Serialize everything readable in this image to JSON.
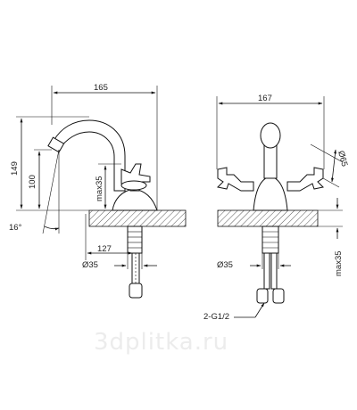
{
  "dimensions": {
    "spout_reach": "165",
    "total_width": "167",
    "height_total": "149",
    "spout_height": "100",
    "handle_height": "max35",
    "angle": "16°",
    "base_offset": "127",
    "base_diameter_left": "Ø35",
    "base_diameter_right": "Ø35",
    "handle_diameter": "Ø65",
    "mount_thickness": "max35",
    "connection": "2-G1/2"
  },
  "watermark": "3dplitka.ru"
}
